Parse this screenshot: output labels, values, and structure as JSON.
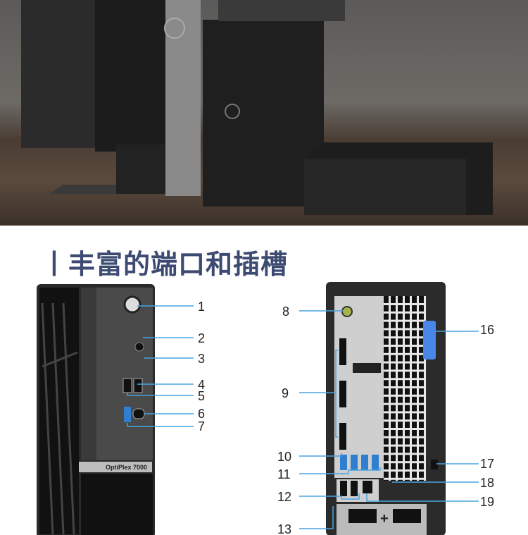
{
  "title": "丨丰富的端口和插槽",
  "product_label": "OptiPlex 7000",
  "front_callouts": [
    "1",
    "2",
    "3",
    "4",
    "5",
    "6",
    "7"
  ],
  "rear_callouts_left": [
    "8",
    "9",
    "10",
    "11",
    "12",
    "13"
  ],
  "rear_callouts_right": [
    "16",
    "17",
    "18",
    "19"
  ],
  "colors": {
    "title": "#3d4a72",
    "callout_line": "#4aa3e0",
    "latch": "#4a86e8"
  }
}
